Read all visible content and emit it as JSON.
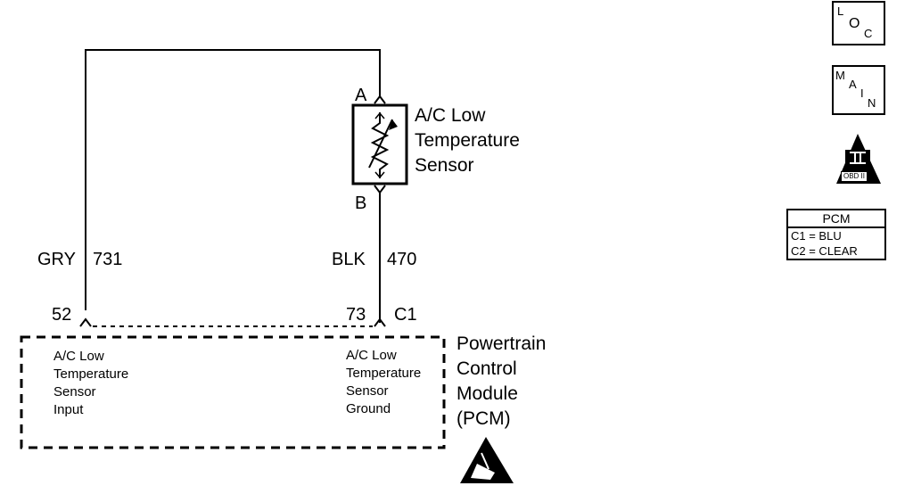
{
  "sensor": {
    "name_line1": "A/C Low",
    "name_line2": "Temperature",
    "name_line3": "Sensor",
    "terminal_a": "A",
    "terminal_b": "B"
  },
  "wires": {
    "left_color": "GRY",
    "left_circuit": "731",
    "right_color": "BLK",
    "right_circuit": "470"
  },
  "pins": {
    "left_pin": "52",
    "right_pin": "73",
    "connector": "C1"
  },
  "pcm": {
    "name_line1": "Powertrain",
    "name_line2": "Control",
    "name_line3": "Module",
    "name_line4": "(PCM)",
    "left_line1": "A/C Low",
    "left_line2": "Temperature",
    "left_line3": "Sensor",
    "left_line4": "Input",
    "right_line1": "A/C Low",
    "right_line2": "Temperature",
    "right_line3": "Sensor",
    "right_line4": "Ground"
  },
  "icons": {
    "loc": {
      "l": "L",
      "o": "O",
      "c": "C"
    },
    "main": {
      "m": "M",
      "a": "A",
      "i": "I",
      "n": "N"
    },
    "obd": {
      "numeral": "II",
      "label": "OBD II"
    }
  },
  "legend": {
    "title": "PCM",
    "row1": "C1 = BLU",
    "row2": "C2 = CLEAR"
  }
}
